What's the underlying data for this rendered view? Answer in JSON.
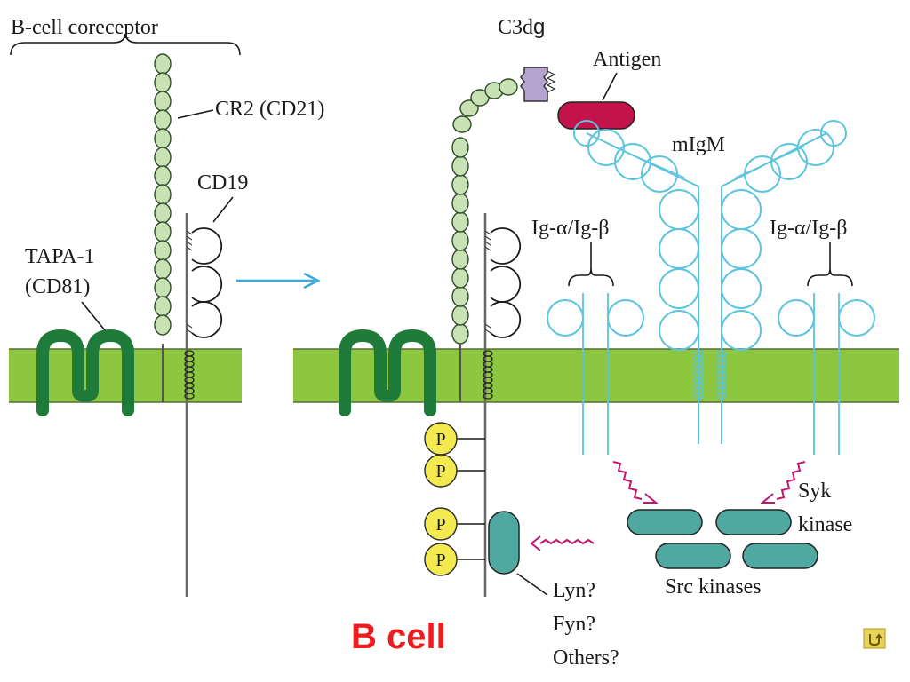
{
  "labels": {
    "coreceptor": "B-cell coreceptor",
    "cr2": "CR2 (CD21)",
    "cd19": "CD19",
    "tapa1_line1": "TAPA-1",
    "tapa1_line2": "(CD81)",
    "c3dg_c3d": "C3d",
    "c3dg_g": "g",
    "antigen": "Antigen",
    "migm": "mIgM",
    "ig_ab_left": "Ig-α/Ig-β",
    "ig_ab_right": "Ig-α/Ig-β",
    "syk_line1": "Syk",
    "syk_line2": "kinase",
    "src": "Src kinases",
    "lyn": "Lyn?",
    "fyn": "Fyn?",
    "others": "Others?",
    "bcell": "B cell"
  },
  "phospho": [
    "P",
    "P",
    "P",
    "P"
  ],
  "colors": {
    "membrane": "#8dc63f",
    "tapa": "#1e7b3a",
    "cr2_bead": "#c9e2b3",
    "igm": "#5bc4df",
    "kinase": "#4fa9a0",
    "antigen": "#c4124a",
    "c3dg": "#b7a3cf",
    "phospho": "#f2ea4f",
    "arrow_blue": "#3aa8e0",
    "squiggle": "#c0166e",
    "bcell_label": "#ee1c1c",
    "nav_button": "#e8d25a"
  },
  "nav": {
    "icon": "return-icon"
  }
}
